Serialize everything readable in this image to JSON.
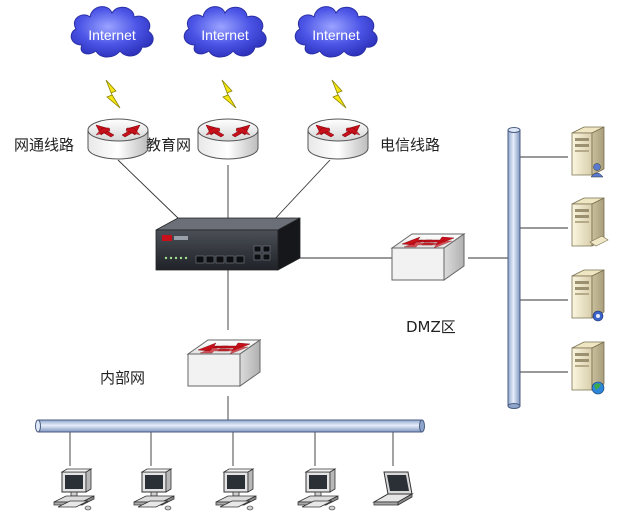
{
  "clouds": [
    {
      "label": "Internet"
    },
    {
      "label": "Internet"
    },
    {
      "label": "Internet"
    }
  ],
  "routers": [
    {
      "label": "网通线路"
    },
    {
      "label": "教育网"
    },
    {
      "label": "电信线路"
    }
  ],
  "dmz": {
    "label": "DMZ区"
  },
  "lan": {
    "label": "内部网"
  },
  "servers": [
    {
      "icon": "user-server-icon"
    },
    {
      "icon": "storage-server-icon"
    },
    {
      "icon": "mail-server-icon"
    },
    {
      "icon": "web-server-icon"
    }
  ],
  "clients": [
    {
      "icon": "desktop-computer-icon"
    },
    {
      "icon": "desktop-computer-icon"
    },
    {
      "icon": "desktop-computer-icon"
    },
    {
      "icon": "desktop-computer-icon"
    },
    {
      "icon": "laptop-icon"
    }
  ],
  "colors": {
    "cloud": "#3a44d8",
    "arrow": "#c8101a",
    "bolt": "#f5e614",
    "bus": "#b9cbe6",
    "line": "#333333"
  }
}
